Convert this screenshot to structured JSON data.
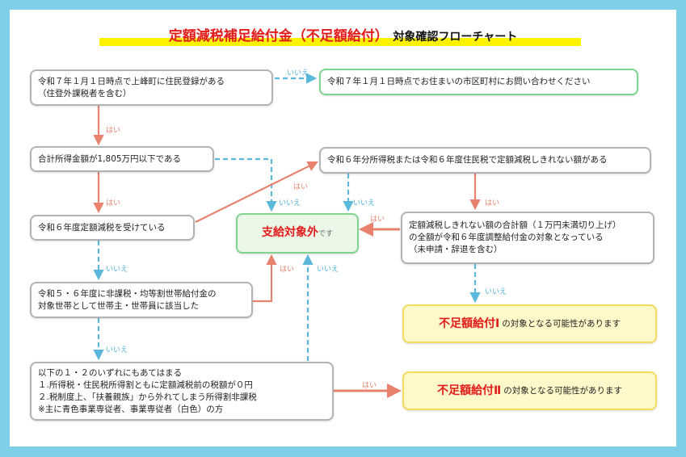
{
  "title": {
    "main": "定額減税補足給付金（不足額給付）",
    "sub": "対象確認フローチャート"
  },
  "boxes": {
    "a": [
      "令和７年１月１日時点で上峰町に住民登録がある",
      "（住登外課税者を含む）"
    ],
    "b": "令和７年１月１日時点でお住まいの市区町村にお問い合わせください",
    "c": "合計所得金額が1,805万円以下である",
    "d": "令和６年分所得税または令和６年度住民税で定額減税しきれない額がある",
    "e": "令和６年度定額減税を受けている",
    "f": {
      "main": "支給対象外",
      "suffix": "です"
    },
    "g": [
      "定額減税しきれない額の合計額（１万円未満切り上げ）",
      "の全額が令和６年度調整給付金の対象となっている",
      "（未申請・辞退を含む）"
    ],
    "h": [
      "令和５・６年度に非課税・均等割世帯給付金の",
      "対象世帯として世帯主・世帯員に該当した"
    ],
    "i": {
      "main": "不足額給付Ⅰ",
      "suffix": "の対象となる可能性があります"
    },
    "j": [
      "以下の１・２のいずれにもあてはまる",
      "１.所得税・住民税所得割ともに定額減税前の税額が０円",
      "２.税制度上、「扶養親族」から外れてしまう所得割非課税",
      "※主に青色事業専従者、事業専従者（白色）の方"
    ],
    "k": {
      "main": "不足額給付Ⅱ",
      "suffix": "の対象となる可能性があります"
    }
  },
  "labels": {
    "yes": "はい",
    "no": "いいえ"
  },
  "colors": {
    "yes": "#e8826e",
    "no": "#5bb8dc",
    "border": "#7ecfe8"
  }
}
